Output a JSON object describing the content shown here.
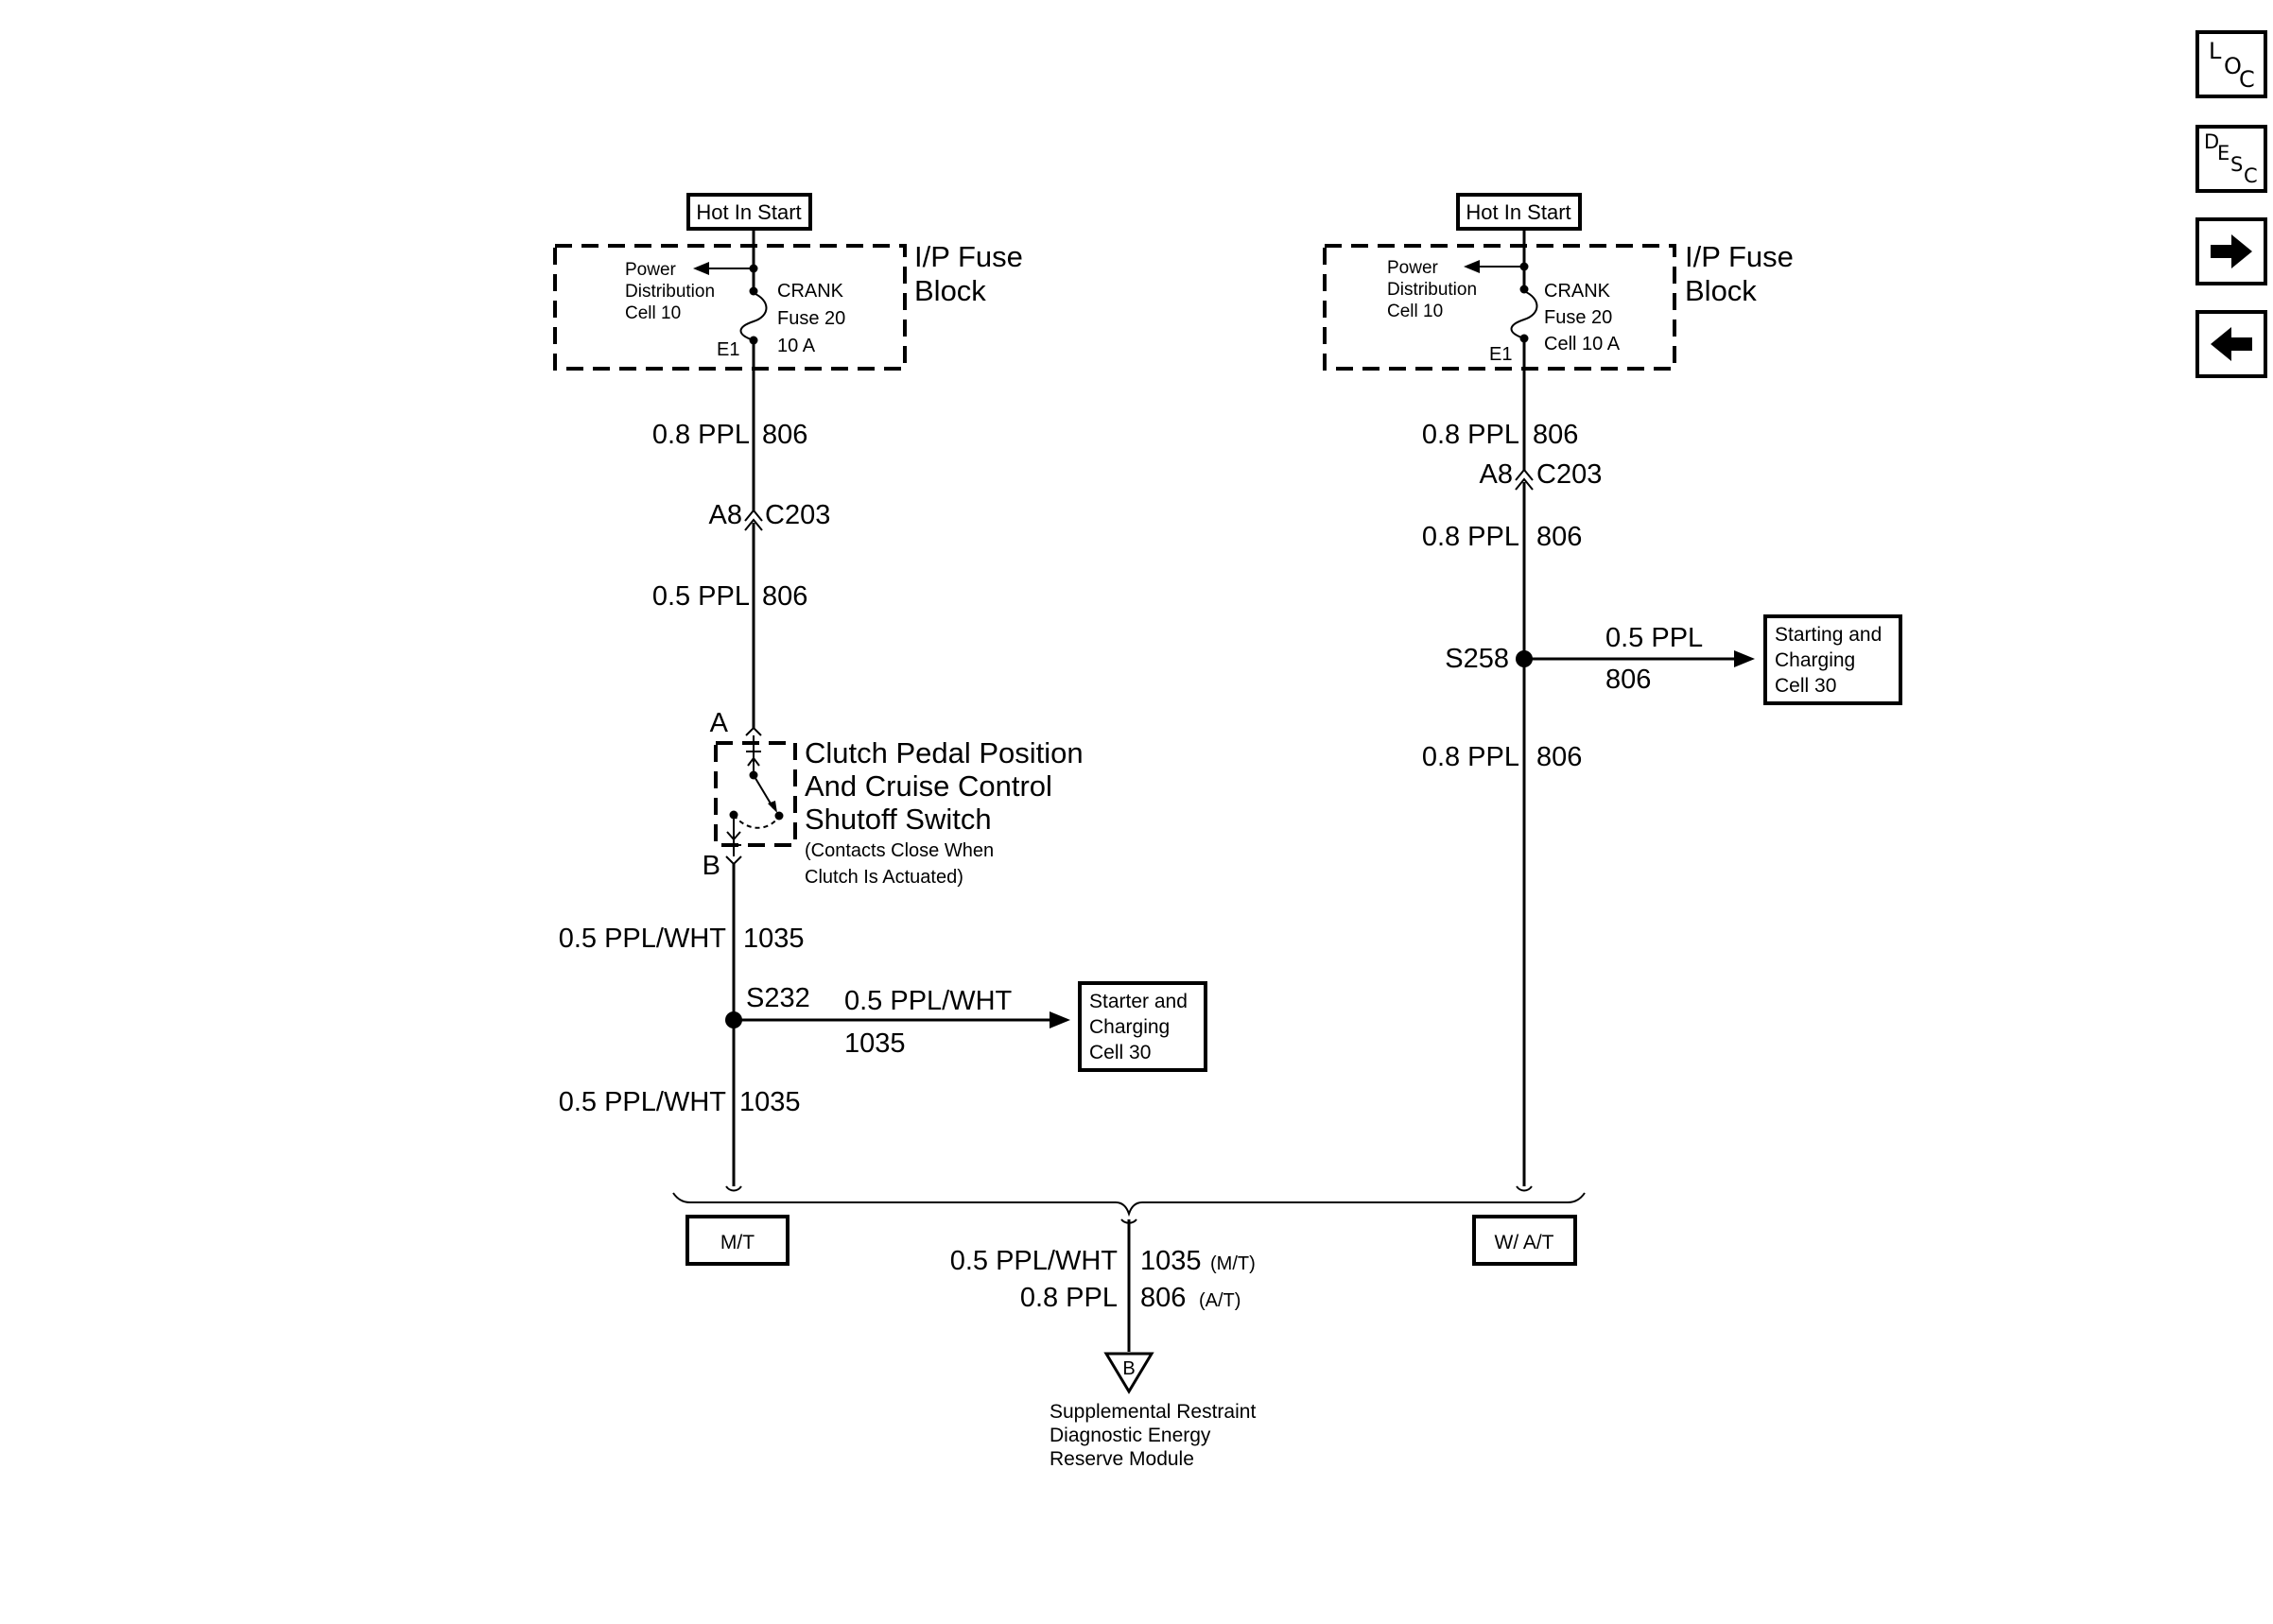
{
  "nav": {
    "loc": {
      "l1": "L",
      "l2": "O",
      "l3": "C"
    },
    "desc": {
      "l1": "D",
      "l2": "E",
      "l3": "S",
      "l4": "C"
    }
  },
  "left": {
    "power_label": "Hot In Start",
    "fuse_block_name": [
      "I/P Fuse",
      "Block"
    ],
    "power_dist": [
      "Power",
      "Distribution",
      "Cell 10"
    ],
    "fuse": [
      "CRANK",
      "Fuse 20",
      "10 A"
    ],
    "fuse_terminal": "E1",
    "wire1": {
      "gauge_color": "0.8 PPL",
      "circuit": "806"
    },
    "connector": {
      "pin": "A8",
      "name": "C203"
    },
    "wire2": {
      "gauge_color": "0.5 PPL",
      "circuit": "806"
    },
    "switch_pin_a": "A",
    "switch_pin_b": "B",
    "switch_name": [
      "Clutch Pedal Position",
      "And Cruise Control",
      "Shutoff Switch"
    ],
    "switch_note": [
      "(Contacts Close When",
      "Clutch Is Actuated)"
    ],
    "wire3": {
      "gauge_color": "0.5 PPL/WHT",
      "circuit": "1035"
    },
    "splice": "S232",
    "branch": {
      "gauge_color": "0.5 PPL/WHT",
      "circuit": "1035"
    },
    "branch_ref": [
      "Starter and",
      "Charging",
      "Cell 30"
    ],
    "wire4": {
      "gauge_color": "0.5 PPL/WHT",
      "circuit": "1035"
    },
    "option": "M/T"
  },
  "right": {
    "power_label": "Hot In Start",
    "fuse_block_name": [
      "I/P Fuse",
      "Block"
    ],
    "power_dist": [
      "Power",
      "Distribution",
      "Cell 10"
    ],
    "fuse": [
      "CRANK",
      "Fuse 20",
      "Cell 10 A"
    ],
    "fuse_terminal": "E1",
    "wire1": {
      "gauge_color": "0.8 PPL",
      "circuit": "806"
    },
    "connector": {
      "pin": "A8",
      "name": "C203"
    },
    "wire2": {
      "gauge_color": "0.8 PPL",
      "circuit": "806"
    },
    "splice": "S258",
    "branch": {
      "gauge_color": "0.5 PPL",
      "circuit": "806"
    },
    "branch_ref": [
      "Starting and",
      "Charging",
      "Cell 30"
    ],
    "wire3": {
      "gauge_color": "0.8 PPL",
      "circuit": "806"
    },
    "option": "W/ A/T"
  },
  "bottom": {
    "wire_a": {
      "gauge_color": "0.5 PPL/WHT",
      "circuit": "1035",
      "option": "(M/T)"
    },
    "wire_b": {
      "gauge_color": "0.8 PPL",
      "circuit": "806",
      "option": "(A/T)"
    },
    "terminal": "B",
    "module": [
      "Supplemental Restraint",
      "Diagnostic Energy",
      "Reserve Module"
    ]
  }
}
